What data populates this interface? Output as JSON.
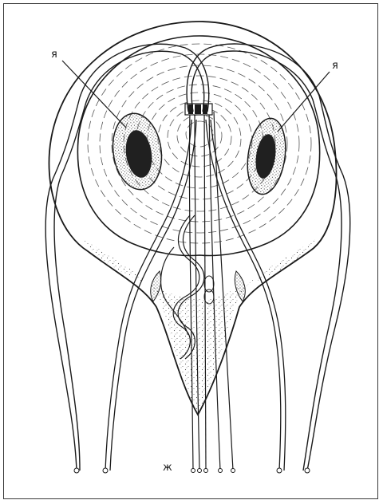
{
  "labels": {
    "nucleus_left": "я",
    "nucleus_right": "я",
    "flagella": "ж"
  },
  "colors": {
    "ink": "#1a1a1a",
    "stipple": "#555555",
    "nucleus_dark": "#202020",
    "background": "#ffffff"
  }
}
